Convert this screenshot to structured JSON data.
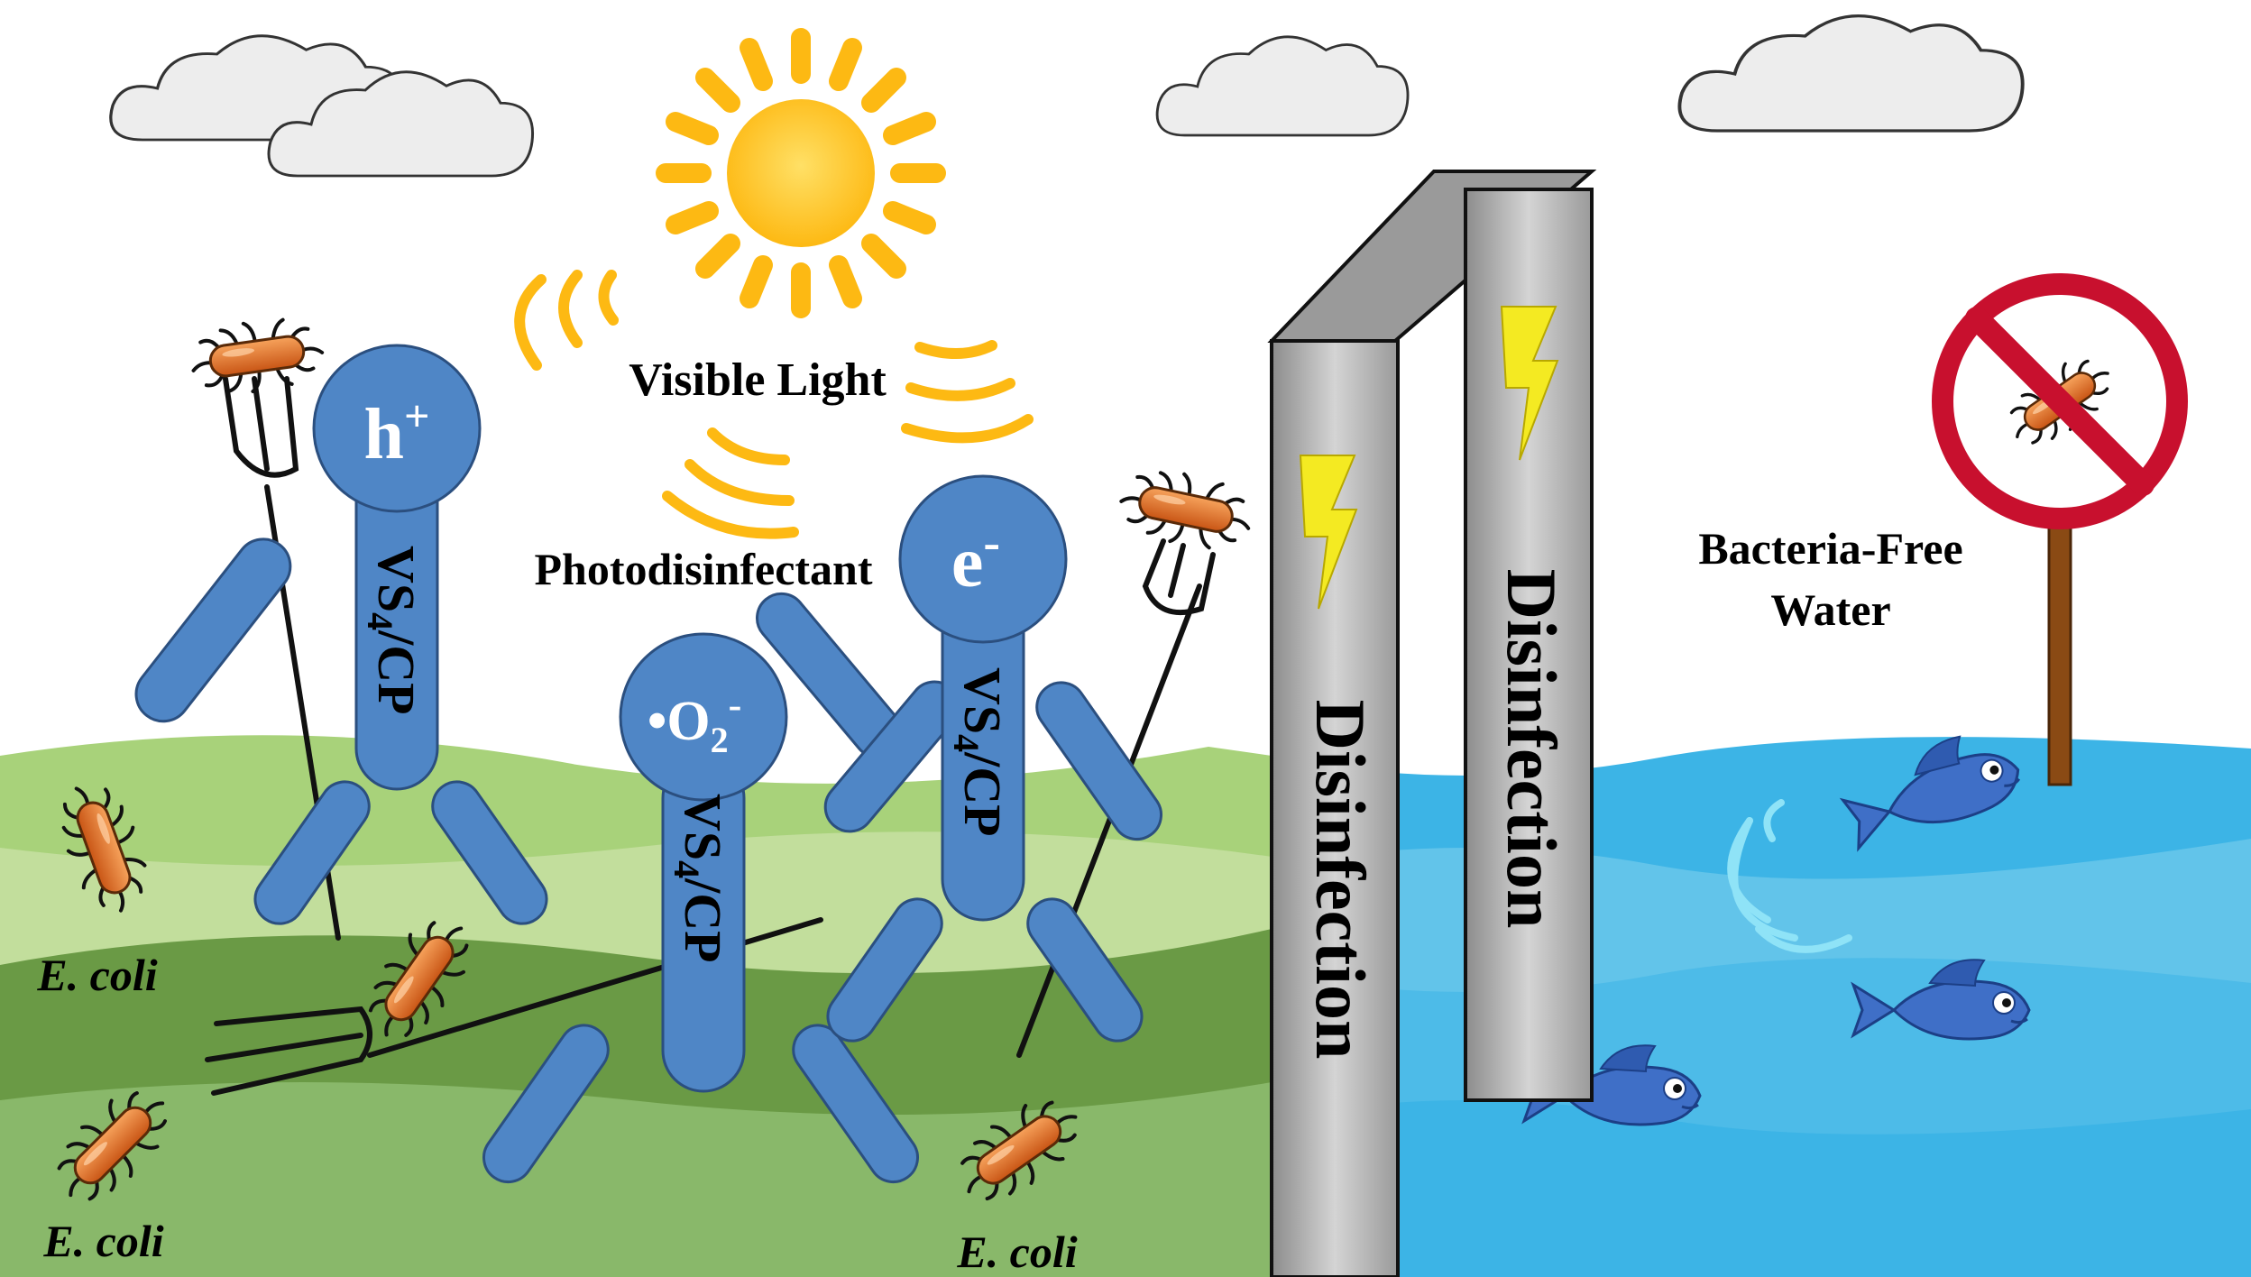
{
  "labels": {
    "visible_light": "Visible Light",
    "photodisinfectant": "Photodisinfectant",
    "bacteria_free_line1": "Bacteria-Free",
    "bacteria_free_line2": "Water",
    "ecoli": "E. coli",
    "disinfection": "Disinfection",
    "vs4_prefix": "VS",
    "vs4_sub": "4",
    "vs4_suffix": "/CP",
    "h_plus_base": "h",
    "h_plus_sup": "+",
    "e_minus_base": "e",
    "e_minus_sup": "-",
    "o2_prefix": "•O",
    "o2_sub": "2",
    "o2_sup": "-"
  },
  "colors": {
    "figure_blue": "#4f86c6",
    "figure_stroke": "#2b4f7f",
    "sun": "#fdb913",
    "grass_light": "#a8d27a",
    "grass_dark": "#6a9a45",
    "water": "#3cb4e6",
    "pillar": "#bdbdbd",
    "bacteria": "#e8742a",
    "sign_red": "#c8102e",
    "bolt": "#f4ea22"
  }
}
